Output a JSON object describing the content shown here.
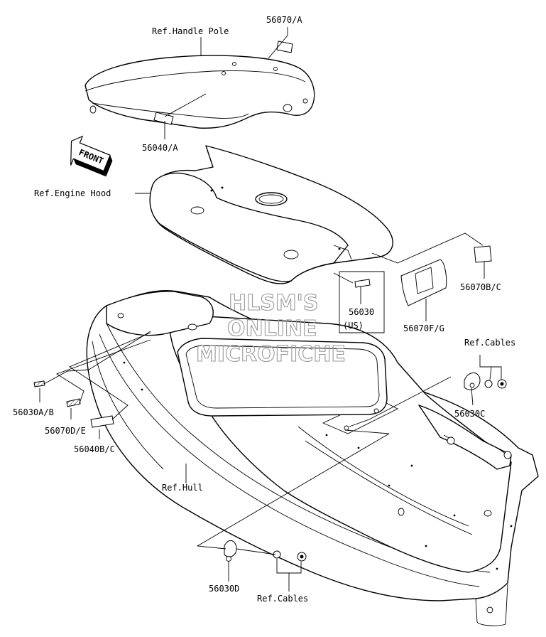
{
  "watermark": [
    "HLSM'S",
    "ONLINE",
    "MICROFICHE"
  ],
  "front_arrow_label": "FRONT",
  "labels": {
    "handle_pole": "Ref.Handle Pole",
    "p56070A": "56070/A",
    "p56040A": "56040/A",
    "engine_hood": "Ref.Engine Hood",
    "p56070BC": "56070B/C",
    "p56070FG": "56070F/G",
    "p56030": "56030",
    "us": "(US)",
    "cables_right": "Ref.Cables",
    "p56030C": "56030C",
    "p56030AB": "56030A/B",
    "p56070DE": "56070D/E",
    "p56040BC": "56040B/C",
    "hull": "Ref.Hull",
    "p56030D": "56030D",
    "cables_bottom": "Ref.Cables"
  }
}
